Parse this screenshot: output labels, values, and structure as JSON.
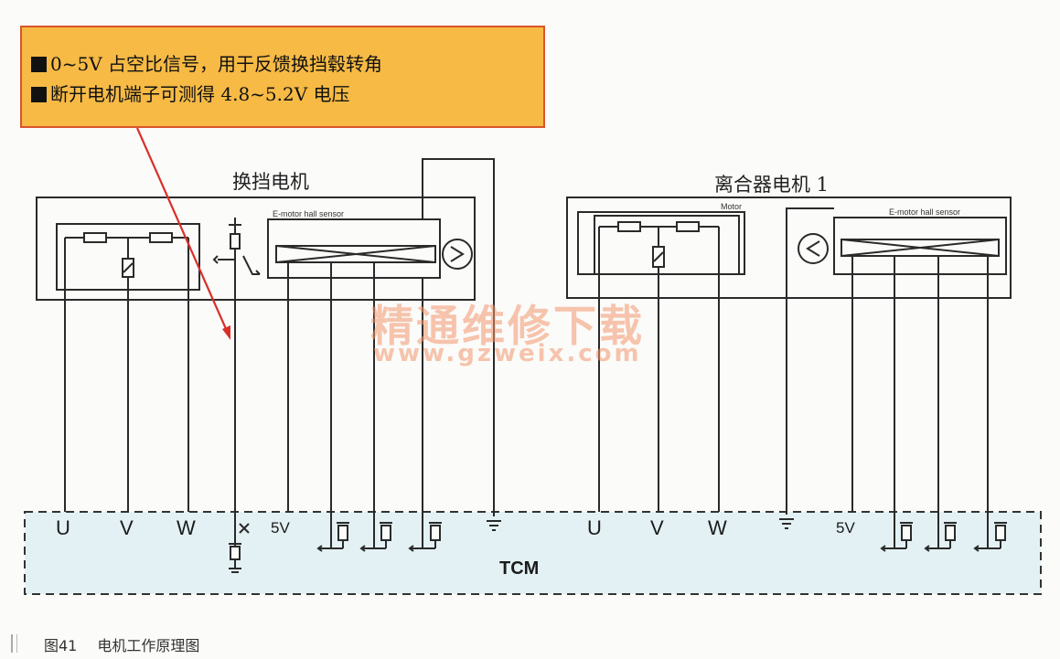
{
  "note": {
    "lines": [
      "0~5V 占空比信号，用于反馈换挡毂转角",
      "断开电机端子可测得 4.8~5.2V 电压"
    ]
  },
  "shift_motor": {
    "title": "换挡电机",
    "hall_sensor_label": "E-motor hall sensor"
  },
  "clutch_motor": {
    "title": "离合器电机 1",
    "motor_label": "Motor",
    "hall_sensor_label": "E-motor hall sensor"
  },
  "tcm": {
    "label": "TCM",
    "left_pins": [
      "U",
      "V",
      "W",
      "5V"
    ],
    "right_pins": [
      "U",
      "V",
      "W",
      "5V"
    ]
  },
  "watermark": {
    "line1": "精通维修下载",
    "line2": "www.gzweix.com"
  },
  "caption": {
    "figure_number": "图41",
    "text": "电机工作原理图"
  },
  "colors": {
    "note_fill": "#f6ba45",
    "note_border": "#d9552b",
    "tcm_fill": "#e3f1f4",
    "arrow": "#d9302a",
    "line": "#2a2a2a"
  }
}
